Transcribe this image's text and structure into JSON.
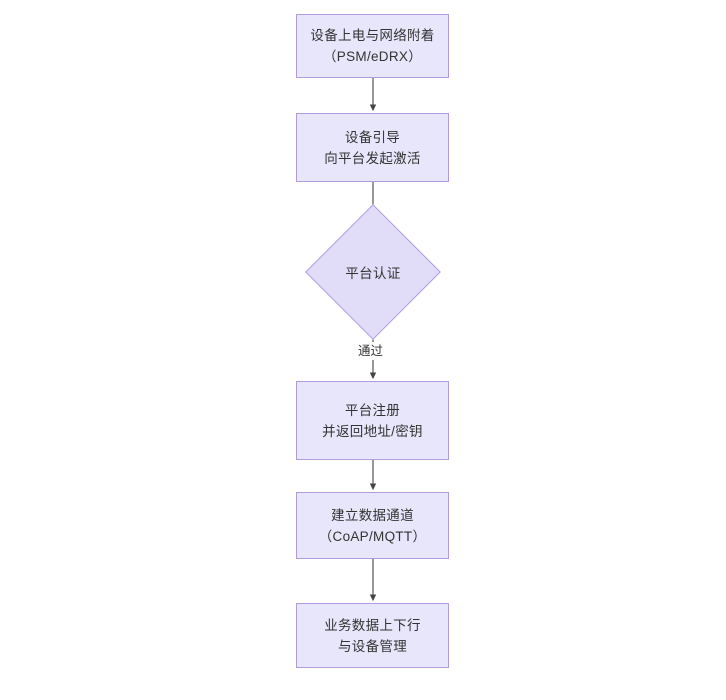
{
  "diagram": {
    "type": "flowchart",
    "orientation": "top-to-bottom",
    "background_color": "#ffffff",
    "node_fill_color": "#e8e6fb",
    "node_border_color": "#b29cdf",
    "edge_color": "#444444",
    "text_color": "#333333",
    "nodes": [
      {
        "id": "n1",
        "shape": "rectangle",
        "line1": "设备上电与网络附着",
        "line2": "（PSM/eDRX）"
      },
      {
        "id": "n2",
        "shape": "rectangle",
        "line1": "设备引导",
        "line2": "向平台发起激活"
      },
      {
        "id": "n3",
        "shape": "diamond",
        "line1": "平台认证",
        "line2": ""
      },
      {
        "id": "n4",
        "shape": "rectangle",
        "line1": "平台注册",
        "line2": "并返回地址/密钥"
      },
      {
        "id": "n5",
        "shape": "rectangle",
        "line1": "建立数据通道",
        "line2": "（CoAP/MQTT）"
      },
      {
        "id": "n6",
        "shape": "rectangle",
        "line1": "业务数据上下行",
        "line2": "与设备管理"
      }
    ],
    "edges": [
      {
        "from": "n1",
        "to": "n2",
        "label": ""
      },
      {
        "from": "n2",
        "to": "n3",
        "label": ""
      },
      {
        "from": "n3",
        "to": "n4",
        "label": "通过"
      },
      {
        "from": "n4",
        "to": "n5",
        "label": ""
      },
      {
        "from": "n5",
        "to": "n6",
        "label": ""
      }
    ]
  }
}
